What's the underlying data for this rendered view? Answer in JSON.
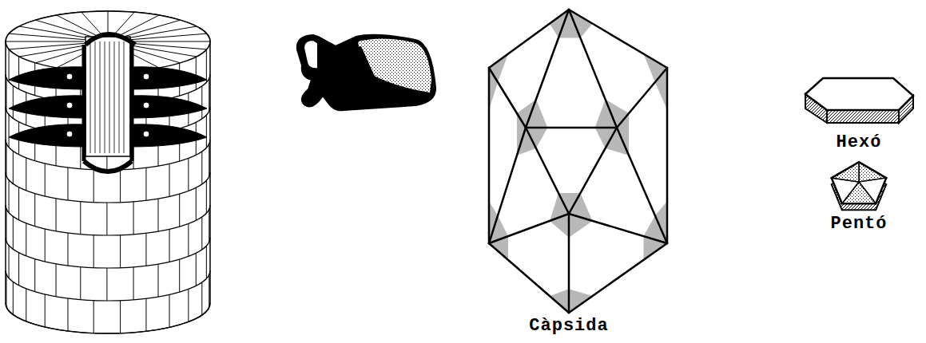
{
  "diagram": {
    "labels": [
      "Càpsida",
      "Hexó",
      "Pentó"
    ]
  }
}
